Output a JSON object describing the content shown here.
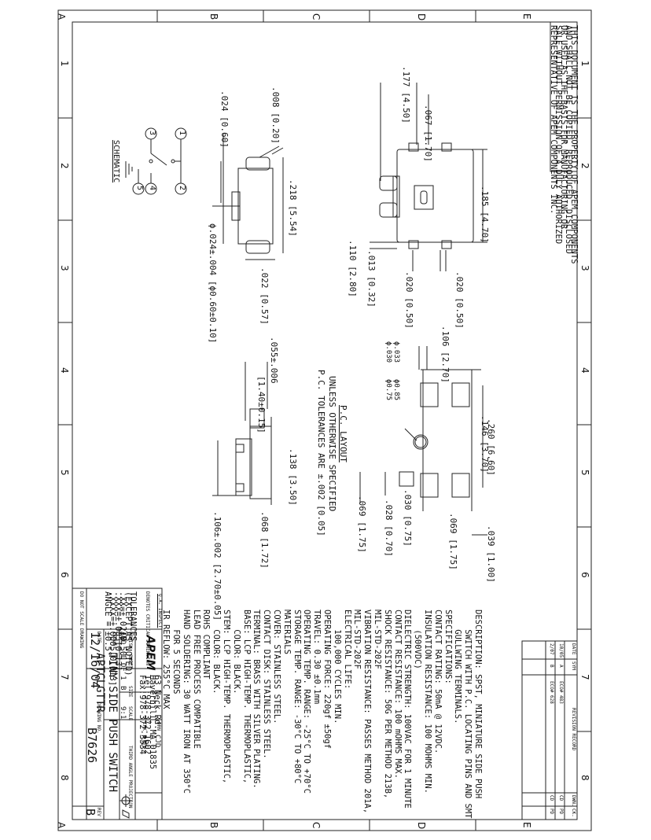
{
  "zones": {
    "letters": [
      "A",
      "B",
      "C",
      "D",
      "E"
    ],
    "numbers": [
      "1",
      "2",
      "3",
      "4",
      "5",
      "6",
      "7",
      "8"
    ]
  },
  "notice": "THIS DOCUMENT IS THE PROPERTY OF APEM COMPONENTS\nAND SHALL NOT BE COPIED, REPRODUCED, DISCLOSED\nOR USED AS THE BASIS FOR MANUFACTURING OR\nSALE WITHOUT PERMISSION OF A DULY AUTHORIZED\nREPRESENTATIVE OF APEM COMPONENTS INC.",
  "revision": {
    "title": "REVISION RECORD",
    "headers": [
      "DATE",
      "SYM",
      "",
      "DWN.",
      "CK."
    ],
    "rows": [
      [
        "10/05",
        "A",
        "ECO# 483",
        "CD",
        "PD"
      ],
      [
        "2/07",
        "B",
        "ECO# 628",
        "CD",
        "PD"
      ]
    ]
  },
  "dims_top": {
    "d177": ".177 [4.50]",
    "d067": ".067 [1.70]",
    "d185": ".185 [4.70]",
    "d110": ".110 [2.80]",
    "d013": ".013 [0.32]",
    "d020a": ".020 [0.50]",
    "d020b": ".020 [0.50]"
  },
  "dims_side": {
    "d008": ".008 [0.20]",
    "d024": ".024 [0.60]",
    "d218": ".218 [5.54]",
    "d022": ".022 [0.57]",
    "dphi": "ϕ.024±.004 [ϕ0.60±0.10]"
  },
  "schematic": {
    "label": "SCHEMATIC",
    "pins": [
      "1",
      "2",
      "3",
      "4",
      "5"
    ]
  },
  "dims_bottom": {
    "d055": ".055±.006",
    "d140": "[1.40±0.15]",
    "d138": ".138 [3.50]",
    "d068": ".068 [1.72]",
    "d106": ".106±.002 [2.70±0.05]"
  },
  "layout": {
    "title": "P.C. LAYOUT",
    "note1": "UNLESS OTHERWISE SPECIFIED",
    "note2": "P.C. TOLERANCES ARE ±.002 [0.05]",
    "d106": ".106 [2.70]",
    "d033": "ϕ.033",
    "d030": "ϕ.030",
    "d085": "ϕ0.85",
    "d075": "ϕ0.75",
    "d260": ".260 [6.60]",
    "d146": ".146 [3.70]",
    "d039": ".039 [1.00]",
    "d069a": ".069 [1.75]",
    "d028": ".028 [0.70]",
    "d030b": ".030 [0.75]",
    "d069b": ".069 [1.75]"
  },
  "specs": "DESCRIPTION: SPST, MINIATURE SIDE PUSH\n    SWITCH WITH P.C. LOCATING PINS AND SMT\n    GULLWING TERMINALS.\nSPECIFICATIONS:\nCONTACT RATING: 50mA @ 12VDC.\nINSULATION RESISTANCE: 100 MOHMS MIN.\n    (500VDC)\nDIELECTRIC STRENGTH: 100VAC FOR 1 MINUTE\nCONTACT RESISTANCE: 100 mOHMS MAX.\nSHOCK RESISTANCE: 50G PER METHOD 213B,\nMIL-STD-202F\nVIBRATION RESISTANCE: PASSES METHOD 201A,\nMIL-STD-202F\nELECTRICAL LIFE:\n    100,000 CYCLES MIN.\nOPERATING FORCE: 220gf ±50gf\nTRAVEL: 0.30 ±0.1mm\nOPERATING TEMP. RANGE: -25°C TO +70°C\nSTORAGE TEMP. RANGE: -30°C TO +80°C\nMATERIALS\nCOVER: STAINLESS STEEL.\nCONTACT DISK: STAINLESS STEEL.\nTERMINAL: BRASS WITH SILVER PLATING.\nBASE: LCP HIGH-TEMP. THERMOPLASTIC,\n    COLOR: BLACK.\nSTEM: LCP HIGH-TEMP. THERMOPLASTIC,\n    COLOR: BLACK.\nROHS COMPLIANT\nLEAD FREE PROCESS COMPATIBLE\nHAND SOLDERING: 30 WATT IRON AT 350°C\n    FOR 5 SECONDS\nIR REFLOW: 255°C MAX",
  "title_block": {
    "qa": "Q.A. INSPECT",
    "critical": "DENOTES CRITICAL DIMENSION",
    "tolerances": "TOLERANCES\n(EXCEPT AS NOTED)\n.XX=±.02[0.50]\n.XXX=±.005[0.13]\n.XXXX=±.0005[0.013]\nANGLE = ±0.5°",
    "do_not_scale": "DO NOT SCALE DRAWING",
    "company": "APEM",
    "address": "63 Neck Rd.\nHaverhill, MA 01835\nTel:978-372-1602\nFax:978-372-3534",
    "drn_label": "DRN",
    "drn": "CJD",
    "chk_label": "CHK",
    "chk": "PJD",
    "finish_label": "FINISH",
    "finish": "AND",
    "sheet_label": "SHEET",
    "sheet": "1 OF 1",
    "size_label": "SIZE",
    "size": "B",
    "scale_label": "SCALE",
    "scale": "9:1",
    "projection": "THIRD ANGLE PROJECTION",
    "title_label": "TITLE",
    "title1": "TINY SIDE PUSH SWITCH",
    "title2": "APTCLGTTR",
    "date_label": "DATE",
    "date": "12/16/04",
    "drawing_label": "DRAWING NO.",
    "drawing": "B7626",
    "rev_label": "REV",
    "rev": "B"
  }
}
